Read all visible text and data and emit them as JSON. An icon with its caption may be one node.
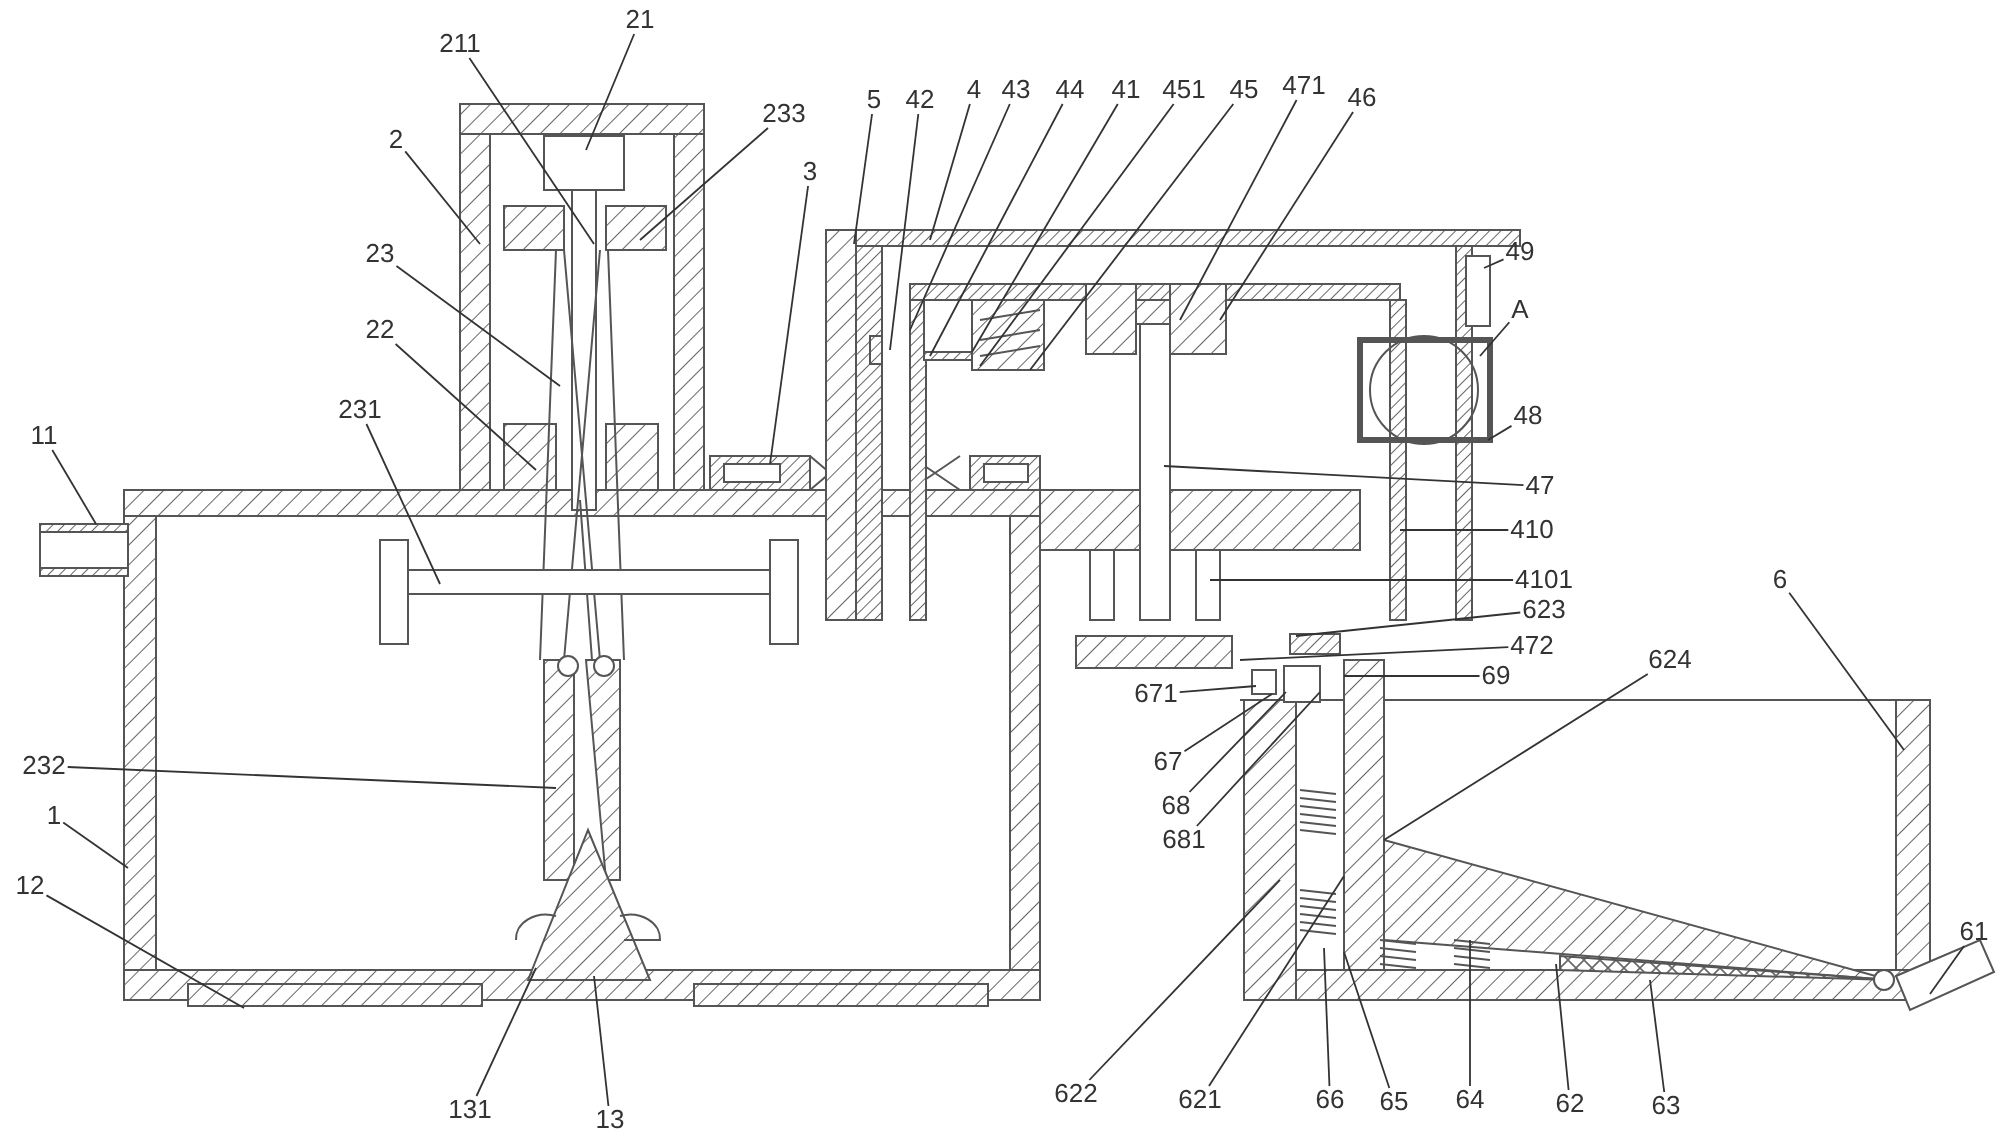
{
  "diagram": {
    "nodes": [
      {
        "text": [
          "211"
        ]
      },
      {
        "text": [
          "21"
        ]
      },
      {
        "text": [
          "233"
        ]
      },
      {
        "text": [
          "2"
        ]
      },
      {
        "text": [
          "3"
        ]
      },
      {
        "text": [
          "5"
        ]
      },
      {
        "text": [
          "42"
        ]
      },
      {
        "text": [
          "4"
        ]
      },
      {
        "text": [
          "43"
        ]
      },
      {
        "text": [
          "44"
        ]
      },
      {
        "text": [
          "41"
        ]
      },
      {
        "text": [
          "451"
        ]
      },
      {
        "text": [
          "45"
        ]
      },
      {
        "text": [
          "471"
        ]
      },
      {
        "text": [
          "46"
        ]
      },
      {
        "text": [
          "23"
        ]
      },
      {
        "text": [
          "49"
        ]
      },
      {
        "text": [
          "22"
        ]
      },
      {
        "text": [
          "A"
        ]
      },
      {
        "text": [
          "231"
        ]
      },
      {
        "text": [
          "48"
        ]
      },
      {
        "text": [
          "11"
        ]
      },
      {
        "text": [
          "47"
        ]
      },
      {
        "text": [
          "410"
        ]
      },
      {
        "text": [
          "4101"
        ]
      },
      {
        "text": [
          "6"
        ]
      },
      {
        "text": [
          "623"
        ]
      },
      {
        "text": [
          "472"
        ]
      },
      {
        "text": [
          "624"
        ]
      },
      {
        "text": [
          "69"
        ]
      },
      {
        "text": [
          "671"
        ]
      },
      {
        "text": [
          "67"
        ]
      },
      {
        "text": [
          "232"
        ]
      },
      {
        "text": [
          "68"
        ]
      },
      {
        "text": [
          "1"
        ]
      },
      {
        "text": [
          "681"
        ]
      },
      {
        "text": [
          "12"
        ]
      },
      {
        "text": [
          "131"
        ]
      },
      {
        "text": [
          "13"
        ]
      },
      {
        "text": [
          "622"
        ]
      },
      {
        "text": [
          "621"
        ]
      },
      {
        "text": [
          "66"
        ]
      },
      {
        "text": [
          "65"
        ]
      },
      {
        "text": [
          "64"
        ]
      },
      {
        "text": [
          "62"
        ]
      },
      {
        "text": [
          "63"
        ]
      },
      {
        "text": [
          "61"
        ]
      }
    ],
    "edges": [
      {
        "from": 0,
        "to": null,
        "arrow": "none"
      },
      {
        "from": 1,
        "to": null,
        "arrow": "none"
      },
      {
        "from": 2,
        "to": null,
        "arrow": "none"
      },
      {
        "from": 3,
        "to": null,
        "arrow": "none"
      },
      {
        "from": 4,
        "to": null,
        "arrow": "none"
      },
      {
        "from": 5,
        "to": null,
        "arrow": "none"
      },
      {
        "from": 6,
        "to": null,
        "arrow": "none"
      },
      {
        "from": 7,
        "to": null,
        "arrow": "none"
      },
      {
        "from": 8,
        "to": null,
        "arrow": "none"
      },
      {
        "from": 9,
        "to": null,
        "arrow": "none"
      },
      {
        "from": 10,
        "to": null,
        "arrow": "none"
      },
      {
        "from": 11,
        "to": null,
        "arrow": "none"
      },
      {
        "from": 12,
        "to": null,
        "arrow": "none"
      },
      {
        "from": 13,
        "to": null,
        "arrow": "none"
      },
      {
        "from": 14,
        "to": null,
        "arrow": "none"
      },
      {
        "from": 15,
        "to": null,
        "arrow": "none"
      },
      {
        "from": 16,
        "to": null,
        "arrow": "none"
      },
      {
        "from": 17,
        "to": null,
        "arrow": "none"
      },
      {
        "from": 18,
        "to": null,
        "arrow": "none"
      },
      {
        "from": 19,
        "to": null,
        "arrow": "none"
      },
      {
        "from": 20,
        "to": null,
        "arrow": "none"
      },
      {
        "from": 21,
        "to": null,
        "arrow": "none"
      },
      {
        "from": 22,
        "to": null,
        "arrow": "none"
      },
      {
        "from": 23,
        "to": null,
        "arrow": "none"
      },
      {
        "from": 24,
        "to": null,
        "arrow": "none"
      },
      {
        "from": 25,
        "to": null,
        "arrow": "none"
      },
      {
        "from": 26,
        "to": null,
        "arrow": "none"
      },
      {
        "from": 27,
        "to": null,
        "arrow": "none"
      },
      {
        "from": 28,
        "to": null,
        "arrow": "none"
      },
      {
        "from": 29,
        "to": null,
        "arrow": "none"
      },
      {
        "from": 30,
        "to": null,
        "arrow": "none"
      },
      {
        "from": 31,
        "to": null,
        "arrow": "none"
      },
      {
        "from": 32,
        "to": null,
        "arrow": "none"
      },
      {
        "from": 33,
        "to": null,
        "arrow": "none"
      },
      {
        "from": 34,
        "to": null,
        "arrow": "none"
      },
      {
        "from": 35,
        "to": null,
        "arrow": "none"
      },
      {
        "from": 36,
        "to": null,
        "arrow": "none"
      },
      {
        "from": 37,
        "to": null,
        "arrow": "none"
      },
      {
        "from": 38,
        "to": null,
        "arrow": "none"
      },
      {
        "from": 39,
        "to": null,
        "arrow": "none"
      },
      {
        "from": 40,
        "to": null,
        "arrow": "none"
      },
      {
        "from": 41,
        "to": null,
        "arrow": "none"
      },
      {
        "from": 42,
        "to": null,
        "arrow": "none"
      },
      {
        "from": 43,
        "to": null,
        "arrow": "none"
      },
      {
        "from": 44,
        "to": null,
        "arrow": "none"
      },
      {
        "from": 45,
        "to": null,
        "arrow": "none"
      },
      {
        "from": 46,
        "to": null,
        "arrow": "none"
      }
    ]
  }
}
